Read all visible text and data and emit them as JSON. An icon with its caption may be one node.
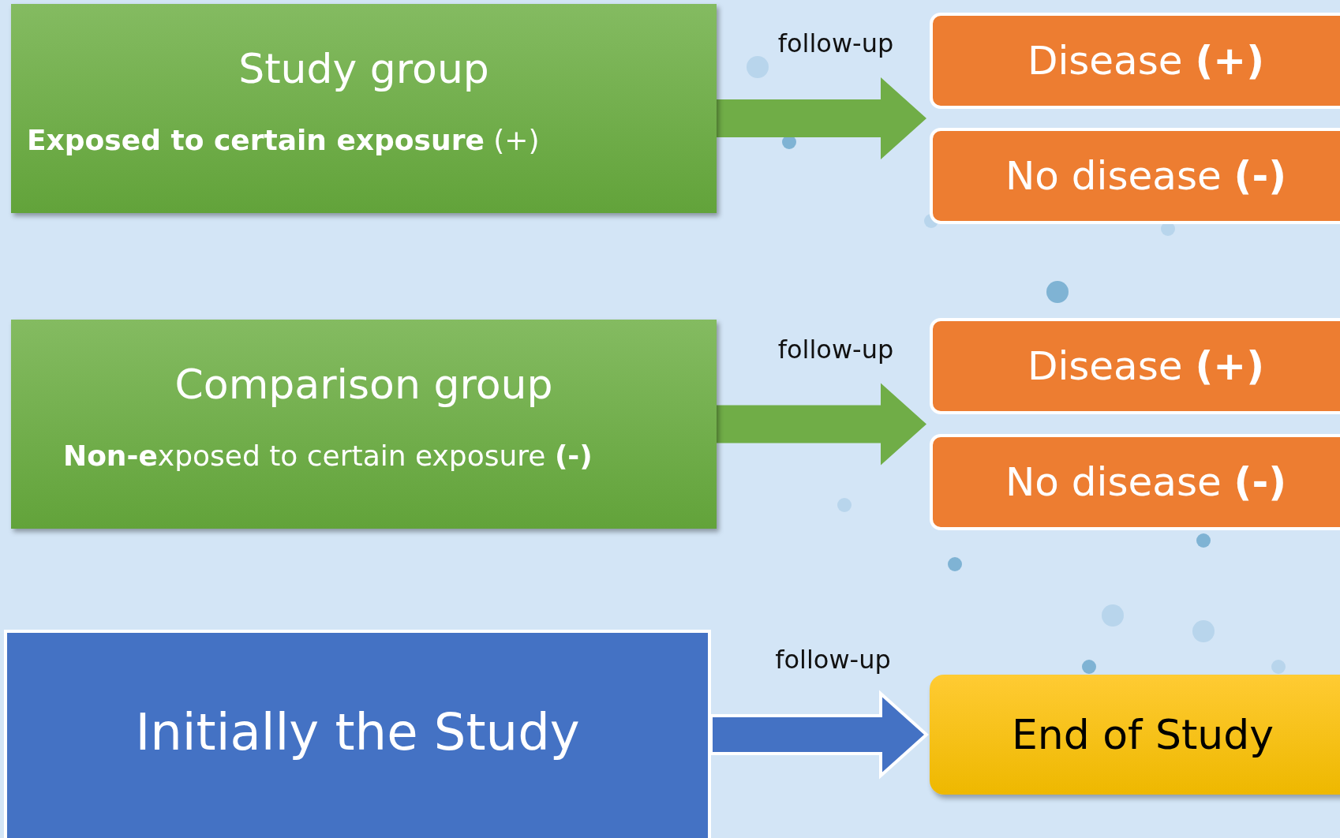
{
  "diagram": {
    "nodes": [
      {
        "text": [
          "Study group",
          "**Exposed to certain exposure** (+)"
        ]
      },
      {
        "text": [
          "Disease **(+)**"
        ]
      },
      {
        "text": [
          "No disease **(-)**"
        ]
      },
      {
        "text": [
          "Comparison group",
          "**Non-e**xposed to certain exposure **(-)**"
        ]
      },
      {
        "text": [
          "Disease **(+)**"
        ]
      },
      {
        "text": [
          "No disease **(-)**"
        ]
      },
      {
        "text": [
          "Initially the Study"
        ]
      },
      {
        "text": [
          "End of Study"
        ]
      }
    ],
    "edges": [
      {
        "from": 0,
        "to": 1,
        "arrow": "to",
        "label": "follow-up"
      },
      {
        "from": 0,
        "to": 2,
        "arrow": "to"
      },
      {
        "from": 3,
        "to": 4,
        "arrow": "to",
        "label": "follow-up"
      },
      {
        "from": 3,
        "to": 5,
        "arrow": "to"
      },
      {
        "from": 6,
        "to": 7,
        "arrow": "to",
        "label": "follow-up",
        "color": "#4472c4"
      }
    ]
  }
}
